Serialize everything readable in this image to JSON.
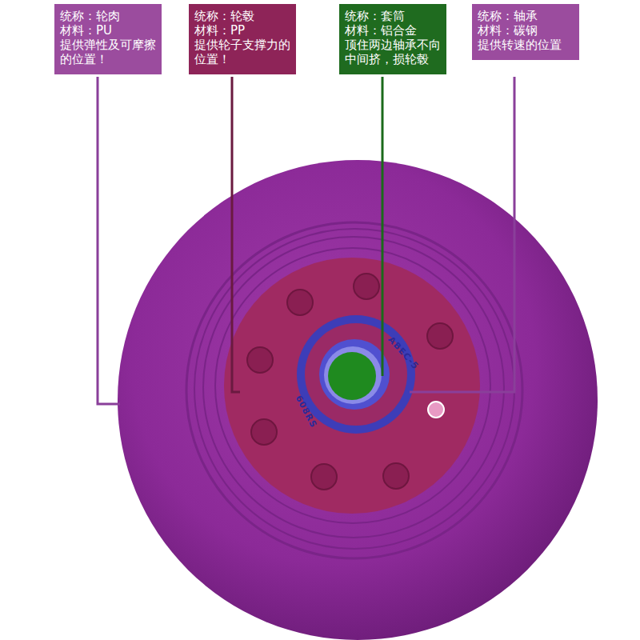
{
  "diagram": {
    "nodes": [
      {
        "text": [
          "统称：轮肉",
          "材料：PU",
          "提供弹性及可摩擦的位置！"
        ]
      },
      {
        "text": [
          "统称：轮毂",
          "材料：PP",
          "提供轮子支撑力的位置！"
        ]
      },
      {
        "text": [
          "统称：套筒",
          "材料：铝合金",
          "顶住两边轴承不向中间挤，损轮毂"
        ]
      },
      {
        "text": [
          "统称：轴承",
          "材料：碳钢",
          "提供转速的位置"
        ]
      }
    ],
    "labels": [
      "ABEC-5",
      "608RS"
    ]
  }
}
